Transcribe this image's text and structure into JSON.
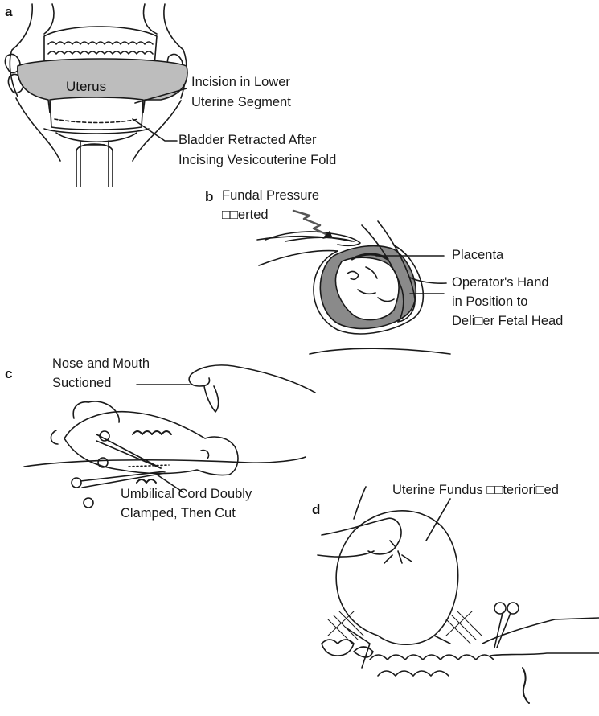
{
  "panels": {
    "a": {
      "letter": "a",
      "organ": "Uterus",
      "callouts": [
        "Incision in Lower",
        "Uterine Segment",
        "Bladder Retracted After",
        "Incising Vesicouterine Fold"
      ]
    },
    "b": {
      "letter": "b",
      "callouts": [
        "Fundal Pressure",
        "□□erted",
        "Placenta",
        "Operator's Hand",
        "in Position to",
        "Deli□er Fetal Head"
      ]
    },
    "c": {
      "letter": "c",
      "callouts": [
        "Nose and Mouth",
        "Suctioned",
        "Umbilical Cord Doubly",
        "Clamped, Then Cut"
      ]
    },
    "d": {
      "letter": "d",
      "callouts": [
        "Uterine Fundus □□teriori□ed"
      ]
    }
  }
}
